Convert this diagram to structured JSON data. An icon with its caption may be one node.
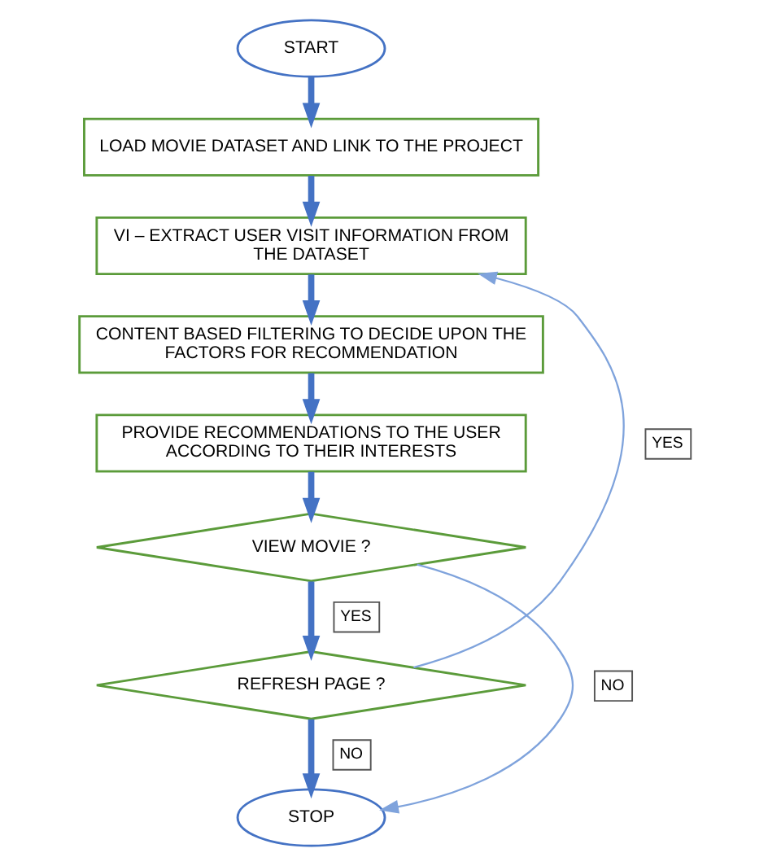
{
  "diagram": {
    "nodes": [
      {
        "text": [
          "START"
        ]
      },
      {
        "text": [
          "LOAD MOVIE DATASET AND LINK TO THE PROJECT"
        ]
      },
      {
        "text": [
          "VI – EXTRACT USER VISIT INFORMATION FROM THE DATASET"
        ]
      },
      {
        "text": [
          "CONTENT BASED FILTERING TO DECIDE UPON THE FACTORS FOR RECOMMENDATION"
        ]
      },
      {
        "text": [
          "PROVIDE RECOMMENDATIONS TO THE USER ACCORDING TO THEIR INTERESTS"
        ]
      },
      {
        "text": [
          "VIEW MOVIE ?"
        ]
      },
      {
        "text": [
          "REFRESH PAGE ?"
        ]
      },
      {
        "text": [
          "STOP"
        ]
      }
    ],
    "edges": [
      {
        "from": 0,
        "to": 1,
        "arrow": "to"
      },
      {
        "from": 1,
        "to": 2,
        "arrow": "to"
      },
      {
        "from": 2,
        "to": 3,
        "arrow": "to"
      },
      {
        "from": 3,
        "to": 4,
        "arrow": "to"
      },
      {
        "from": 4,
        "to": 5,
        "arrow": "to"
      },
      {
        "from": 5,
        "to": 6,
        "arrow": "to",
        "label": "YES"
      },
      {
        "from": 6,
        "to": 7,
        "arrow": "to",
        "label": "NO"
      },
      {
        "from": 5,
        "to": 7,
        "arrow": "to",
        "label": "NO",
        "color": "#7fa3dc"
      },
      {
        "from": 6,
        "to": 2,
        "arrow": "to",
        "label": "YES",
        "color": "#7fa3dc"
      }
    ]
  }
}
